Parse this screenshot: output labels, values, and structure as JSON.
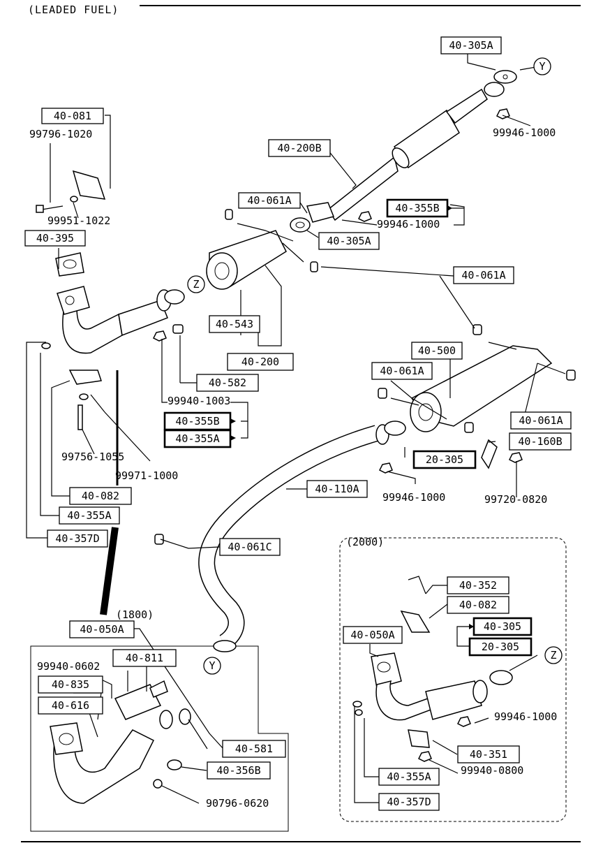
{
  "header": {
    "title": "(LEADED FUEL)"
  },
  "sections": {
    "s1800": "(1800)",
    "s2000": "(2000)"
  },
  "refs": {
    "y": "Y",
    "z": "Z"
  },
  "parts": [
    {
      "id": "p01",
      "text": "40-305A",
      "boxed": true,
      "bold": false
    },
    {
      "id": "p02",
      "text": "99946-1000",
      "boxed": false,
      "bold": false
    },
    {
      "id": "p03",
      "text": "40-081",
      "boxed": true,
      "bold": false
    },
    {
      "id": "p04",
      "text": "99796-1020",
      "boxed": false,
      "bold": false
    },
    {
      "id": "p05",
      "text": "40-200B",
      "boxed": true,
      "bold": false
    },
    {
      "id": "p06",
      "text": "40-061A",
      "boxed": true,
      "bold": false
    },
    {
      "id": "p07",
      "text": "40-355B",
      "boxed": true,
      "bold": true
    },
    {
      "id": "p08",
      "text": "99946-1000",
      "boxed": false,
      "bold": false
    },
    {
      "id": "p09",
      "text": "99951-1022",
      "boxed": false,
      "bold": false
    },
    {
      "id": "p10",
      "text": "40-305A",
      "boxed": true,
      "bold": false
    },
    {
      "id": "p11",
      "text": "40-395",
      "boxed": true,
      "bold": false
    },
    {
      "id": "p12",
      "text": "40-061A",
      "boxed": true,
      "bold": false
    },
    {
      "id": "p13",
      "text": "40-543",
      "boxed": true,
      "bold": false
    },
    {
      "id": "p14",
      "text": "40-200",
      "boxed": true,
      "bold": false
    },
    {
      "id": "p15",
      "text": "40-500",
      "boxed": true,
      "bold": false
    },
    {
      "id": "p16",
      "text": "40-061A",
      "boxed": true,
      "bold": false
    },
    {
      "id": "p17",
      "text": "40-582",
      "boxed": true,
      "bold": false
    },
    {
      "id": "p18",
      "text": "99940-1003",
      "boxed": false,
      "bold": false
    },
    {
      "id": "p19",
      "text": "40-355B",
      "boxed": true,
      "bold": true
    },
    {
      "id": "p20",
      "text": "40-355A",
      "boxed": true,
      "bold": true
    },
    {
      "id": "p21",
      "text": "40-061A",
      "boxed": true,
      "bold": false
    },
    {
      "id": "p22",
      "text": "40-160B",
      "boxed": true,
      "bold": false
    },
    {
      "id": "p23",
      "text": "20-305",
      "boxed": true,
      "bold": true
    },
    {
      "id": "p24",
      "text": "99756-1055",
      "boxed": false,
      "bold": false
    },
    {
      "id": "p25",
      "text": "99971-1000",
      "boxed": false,
      "bold": false
    },
    {
      "id": "p26",
      "text": "40-110A",
      "boxed": true,
      "bold": false
    },
    {
      "id": "p27",
      "text": "40-082",
      "boxed": true,
      "bold": false
    },
    {
      "id": "p28",
      "text": "99946-1000",
      "boxed": false,
      "bold": false
    },
    {
      "id": "p29",
      "text": "99720-0820",
      "boxed": false,
      "bold": false
    },
    {
      "id": "p30",
      "text": "40-355A",
      "boxed": true,
      "bold": false
    },
    {
      "id": "p31",
      "text": "40-357D",
      "boxed": true,
      "bold": false
    },
    {
      "id": "p32",
      "text": "40-061C",
      "boxed": true,
      "bold": false
    },
    {
      "id": "p33",
      "text": "40-352",
      "boxed": true,
      "bold": false
    },
    {
      "id": "p34",
      "text": "40-082",
      "boxed": true,
      "bold": false
    },
    {
      "id": "p35",
      "text": "40-305",
      "boxed": true,
      "bold": true
    },
    {
      "id": "p36",
      "text": "20-305",
      "boxed": true,
      "bold": true
    },
    {
      "id": "p37",
      "text": "40-050A",
      "boxed": true,
      "bold": false
    },
    {
      "id": "p38",
      "text": "40-050A",
      "boxed": true,
      "bold": false
    },
    {
      "id": "p39",
      "text": "99940-0602",
      "boxed": false,
      "bold": false
    },
    {
      "id": "p40",
      "text": "40-811",
      "boxed": true,
      "bold": false
    },
    {
      "id": "p41",
      "text": "40-835",
      "boxed": true,
      "bold": false
    },
    {
      "id": "p42",
      "text": "40-616",
      "boxed": true,
      "bold": false
    },
    {
      "id": "p43",
      "text": "99946-1000",
      "boxed": false,
      "bold": false
    },
    {
      "id": "p44",
      "text": "40-581",
      "boxed": true,
      "bold": false
    },
    {
      "id": "p45",
      "text": "40-356B",
      "boxed": true,
      "bold": false
    },
    {
      "id": "p46",
      "text": "90796-0620",
      "boxed": false,
      "bold": false
    },
    {
      "id": "p47",
      "text": "40-351",
      "boxed": true,
      "bold": false
    },
    {
      "id": "p48",
      "text": "99940-0800",
      "boxed": false,
      "bold": false
    },
    {
      "id": "p49",
      "text": "40-355A",
      "boxed": true,
      "bold": false
    },
    {
      "id": "p50",
      "text": "40-357D",
      "boxed": true,
      "bold": false
    }
  ]
}
